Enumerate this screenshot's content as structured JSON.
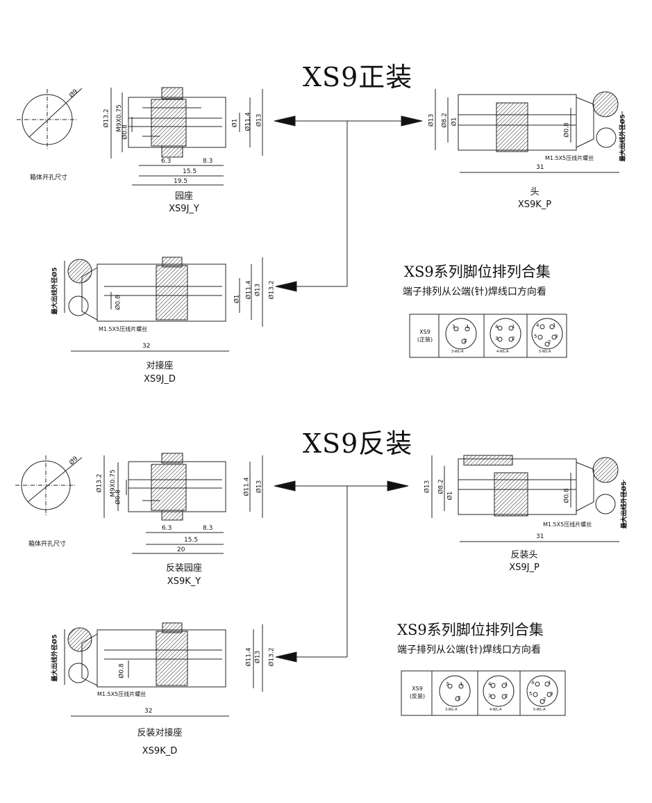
{
  "section1": {
    "title": "XS9正装",
    "hole_label": "箱体开孔尺寸",
    "hole_dia": "Ø9",
    "socket": {
      "name": "园座",
      "code": "XS9J_Y",
      "dims": [
        "Ø13.2",
        "M9X0.75",
        "Ø0.8",
        "Ø1",
        "Ø11.4",
        "Ø13",
        "6.3",
        "8.3",
        "15.5",
        "19.5"
      ]
    },
    "plug": {
      "name": "头",
      "code": "XS9K_P",
      "dims": [
        "Ø13",
        "Ø8.2",
        "Ø1",
        "Ø0.8",
        "31"
      ],
      "note": "M1.5X5压线片螺丝",
      "max_cable": "最大出线外径Ø5"
    },
    "mating": {
      "name": "对接座",
      "code": "XS9J_D",
      "dims": [
        "Ø0.8",
        "Ø1",
        "Ø11.4",
        "Ø13",
        "Ø13.2",
        "32"
      ],
      "note": "M1.5X5压线片螺丝",
      "max_cable": "最大出线外径Ø5"
    },
    "pinout": {
      "title": "XS9系列脚位排列合集",
      "subtitle": "端子排列从公端(针)焊线口方向看",
      "label": "XS9\n(正装)",
      "row_label_line1": "XS9",
      "row_label_line2": "(正装)",
      "cells": [
        {
          "pins": [
            "3",
            "1",
            "2"
          ],
          "tag": "3-WL-A"
        },
        {
          "pins": [
            "4",
            "1",
            "3",
            "2"
          ],
          "tag": "4-WL-A"
        },
        {
          "pins": [
            "4",
            "1",
            "5",
            "3",
            "2"
          ],
          "tag": "5-WL-A"
        }
      ]
    }
  },
  "section2": {
    "title": "XS9反装",
    "hole_label": "箱体开孔尺寸",
    "hole_dia": "Ø9",
    "socket": {
      "name": "反装园座",
      "code": "XS9K_Y",
      "dims": [
        "Ø13.2",
        "M9X0.75",
        "Ø0.8",
        "Ø11.4",
        "Ø13",
        "6.3",
        "8.3",
        "15.5",
        "20"
      ]
    },
    "plug": {
      "name": "反装头",
      "code": "XS9J_P",
      "dims": [
        "Ø13",
        "Ø8.2",
        "Ø1",
        "Ø0.8",
        "31"
      ],
      "note": "M1.5X5压线片螺丝",
      "max_cable": "最大出线外径Ø5"
    },
    "mating": {
      "name": "反装对接座",
      "code": "XS9K_D",
      "dims": [
        "Ø0.8",
        "Ø11.4",
        "Ø13",
        "Ø13.2",
        "32"
      ],
      "note": "M1.5X5压线片螺丝",
      "max_cable": "最大出线外径Ø5"
    },
    "pinout": {
      "title": "XS9系列脚位排列合集",
      "subtitle": "端子排列从公端(针)焊线口方向看",
      "row_label_line1": "XS9",
      "row_label_line2": "(反装)",
      "cells": [
        {
          "pins": [
            "3",
            "1",
            "2"
          ],
          "tag": "3-WL-A"
        },
        {
          "pins": [
            "4",
            "1",
            "3",
            "2"
          ],
          "tag": "4-WL-A"
        },
        {
          "pins": [
            "4",
            "1",
            "5",
            "3",
            "2"
          ],
          "tag": "5-WL-A"
        }
      ]
    }
  }
}
